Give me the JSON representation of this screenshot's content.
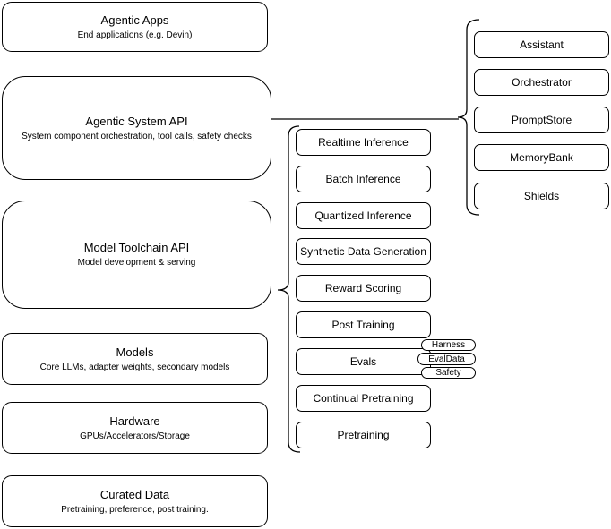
{
  "layers": [
    {
      "title": "Agentic Apps",
      "subtitle": "End applications (e.g. Devin)"
    },
    {
      "title": "Agentic System API",
      "subtitle": "System component orchestration, tool calls, safety checks"
    },
    {
      "title": "Model Toolchain API",
      "subtitle": "Model development & serving"
    },
    {
      "title": "Models",
      "subtitle": "Core LLMs, adapter weights, secondary models"
    },
    {
      "title": "Hardware",
      "subtitle": "GPUs/Accelerators/Storage"
    },
    {
      "title": "Curated Data",
      "subtitle": "Pretraining, preference, post training."
    }
  ],
  "toolchain": {
    "items": [
      "Realtime Inference",
      "Batch Inference",
      "Quantized Inference",
      "Synthetic Data Generation",
      "Reward Scoring",
      "Post Training",
      "Evals",
      "Continual Pretraining",
      "Pretraining"
    ]
  },
  "eval_tags": [
    "Harness",
    "EvalData",
    "Safety"
  ],
  "system_components": [
    "Assistant",
    "Orchestrator",
    "PromptStore",
    "MemoryBank",
    "Shields"
  ],
  "colors": {
    "stroke": "#000000",
    "fill": "#ffffff",
    "text": "#000000"
  }
}
